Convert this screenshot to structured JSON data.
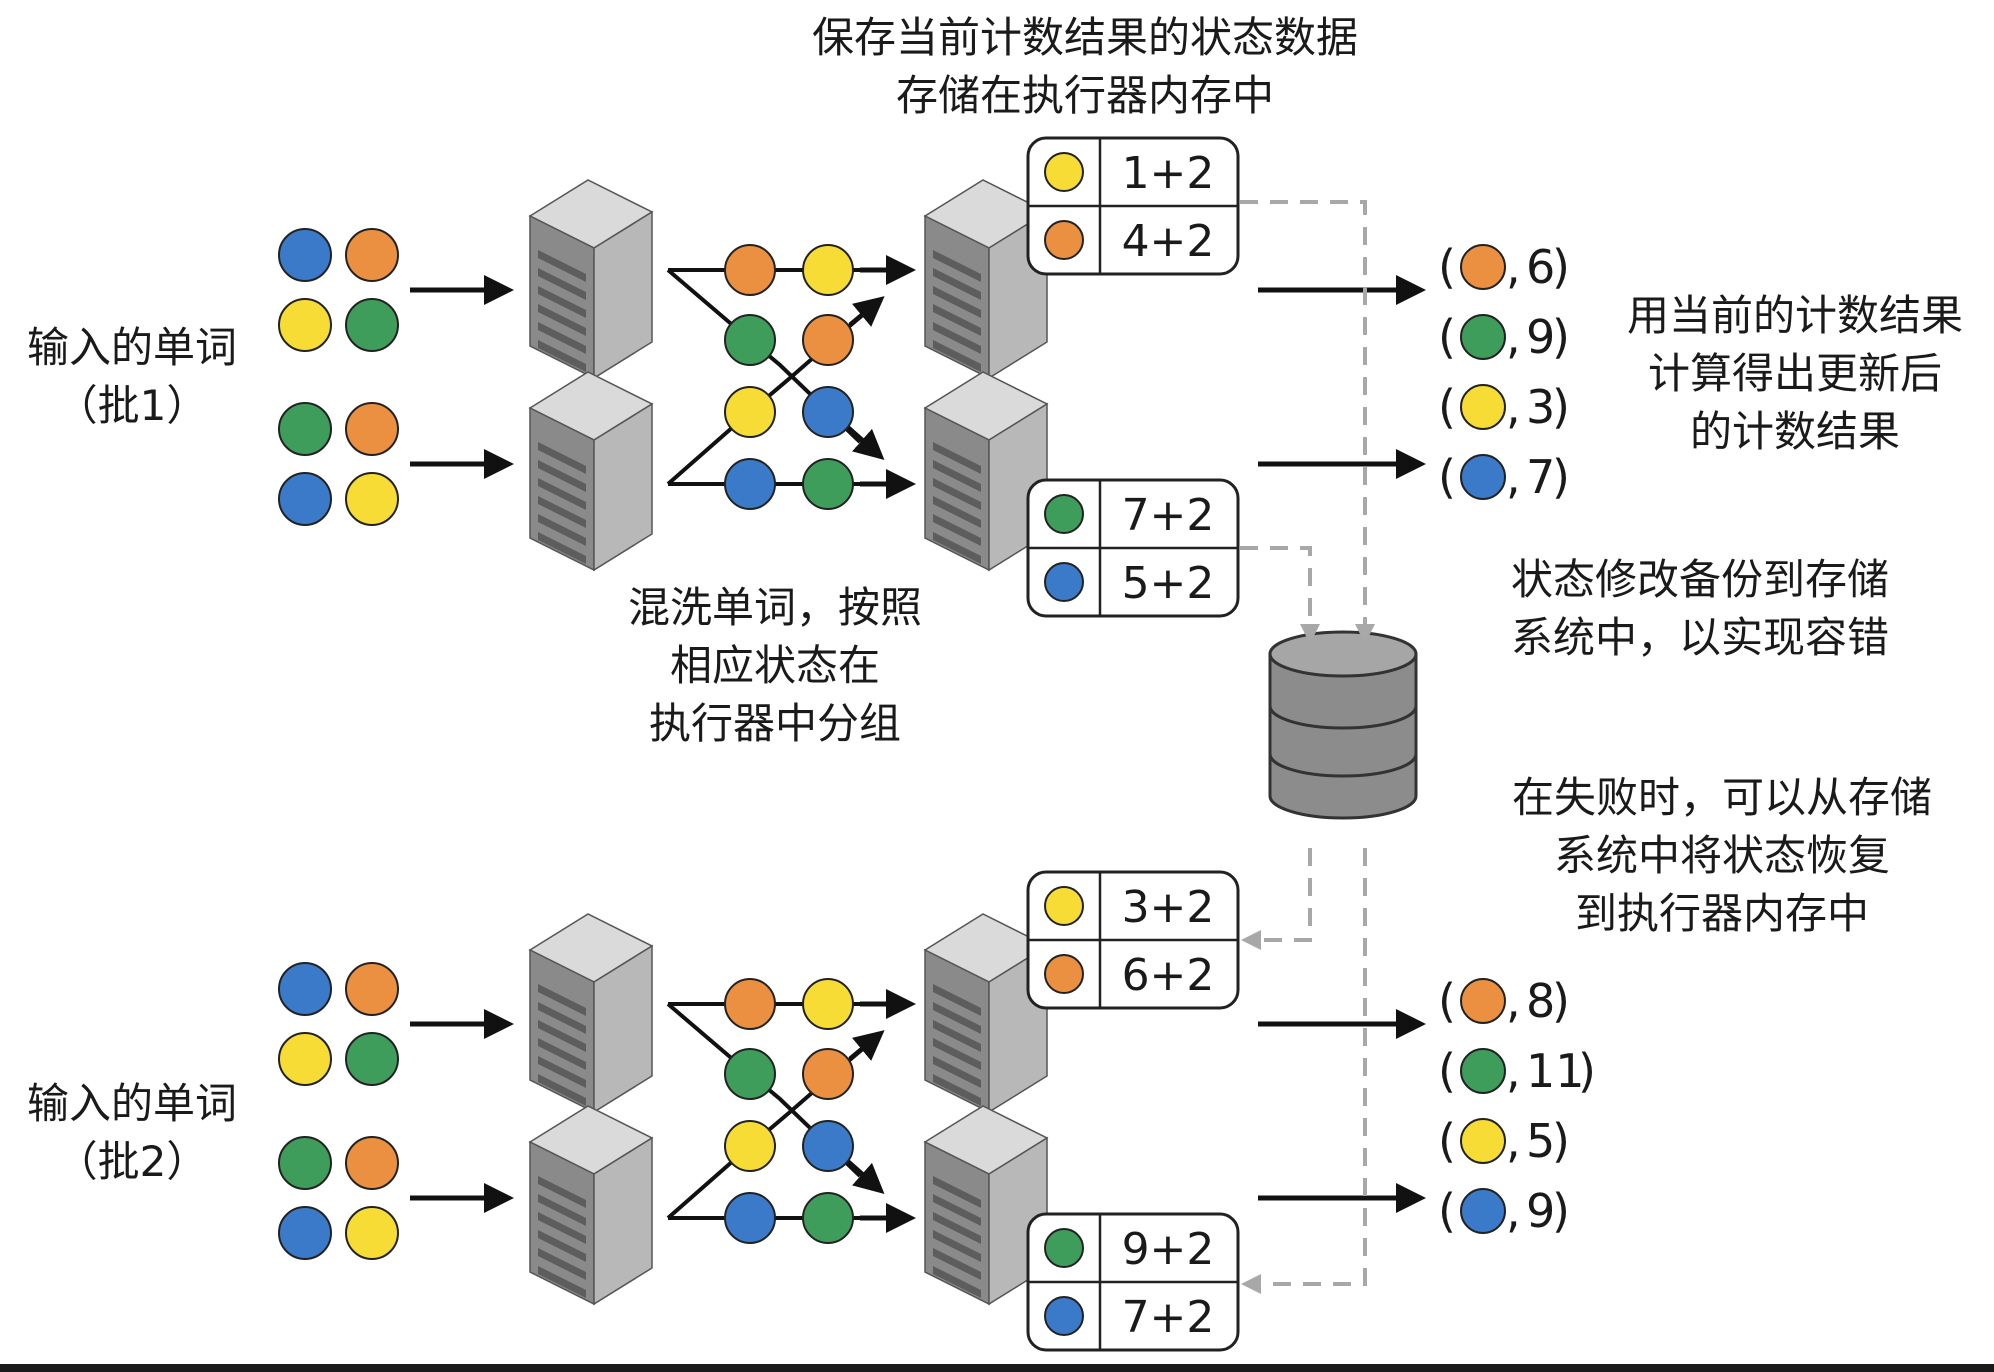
{
  "colors": {
    "blue": "#3a7ac8",
    "orange": "#ea9040",
    "yellow": "#f7dc36",
    "green": "#3f9d5b",
    "server_front": "#8a8a8a",
    "server_side": "#b8b8b8",
    "server_top": "#dadada",
    "db": "#8c8c8c",
    "dashed": "#a8a8a8"
  },
  "labels": {
    "top_note_line1": "保存当前计数结果的状态数据",
    "top_note_line2": "存储在执行器内存中",
    "input_batch1_line1": "输入的单词",
    "input_batch1_line2": "（批1）",
    "input_batch2_line1": "输入的单词",
    "input_batch2_line2": "（批2）",
    "shuffle_line1": "混洗单词，按照",
    "shuffle_line2": "相应状态在",
    "shuffle_line3": "执行器中分组",
    "compute_line1": "用当前的计数结果",
    "compute_line2": "计算得出更新后",
    "compute_line3": "的计数结果",
    "backup_line1": "状态修改备份到存储",
    "backup_line2": "系统中，以实现容错",
    "recover_line1": "在失败时，可以从存储",
    "recover_line2": "系统中将状态恢复",
    "recover_line3": "到执行器内存中"
  },
  "state_tables": {
    "batch1_top": [
      {
        "color": "yellow",
        "value": "1+2"
      },
      {
        "color": "orange",
        "value": "4+2"
      }
    ],
    "batch1_bottom": [
      {
        "color": "green",
        "value": "7+2"
      },
      {
        "color": "blue",
        "value": "5+2"
      }
    ],
    "batch2_top": [
      {
        "color": "yellow",
        "value": "3+2"
      },
      {
        "color": "orange",
        "value": "6+2"
      }
    ],
    "batch2_bottom": [
      {
        "color": "green",
        "value": "9+2"
      },
      {
        "color": "blue",
        "value": "7+2"
      }
    ]
  },
  "results": {
    "batch1": [
      {
        "color": "orange",
        "count": "6"
      },
      {
        "color": "green",
        "count": "9"
      },
      {
        "color": "yellow",
        "count": "3"
      },
      {
        "color": "blue",
        "count": "7"
      }
    ],
    "batch2": [
      {
        "color": "orange",
        "count": "8"
      },
      {
        "color": "green",
        "count": "11"
      },
      {
        "color": "yellow",
        "count": "5"
      },
      {
        "color": "blue",
        "count": "9"
      }
    ]
  },
  "inputs": {
    "upper": [
      "blue",
      "orange",
      "yellow",
      "green"
    ],
    "lower": [
      "green",
      "orange",
      "blue",
      "yellow"
    ]
  },
  "shuffle": {
    "top_row": [
      "orange",
      "yellow"
    ],
    "mid_left": "green",
    "mid_right": "orange",
    "mid2_left": "yellow",
    "mid2_right": "blue",
    "bottom_row": [
      "blue",
      "green"
    ]
  },
  "punct": {
    "open": "(",
    "comma": ",",
    "close": ")"
  }
}
